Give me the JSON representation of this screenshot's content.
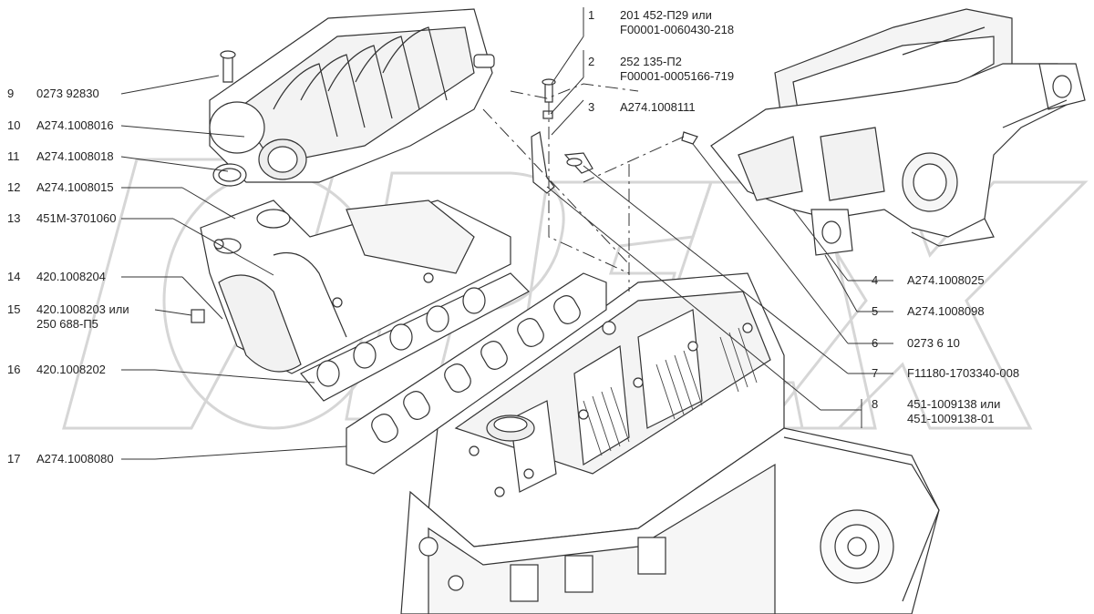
{
  "watermark": "",
  "logo_text": "ОРЕХ",
  "corner_mark": "",
  "callouts": [
    {
      "num": "1",
      "code": "201 452-П29 или",
      "code2": "F00001-0060430-218"
    },
    {
      "num": "2",
      "code": "252 135-П2",
      "code2": "F00001-0005166-719"
    },
    {
      "num": "3",
      "code": "A274.1008111"
    },
    {
      "num": "4",
      "code": "A274.1008025"
    },
    {
      "num": "5",
      "code": "A274.1008098"
    },
    {
      "num": "6",
      "code": "0273 6 10"
    },
    {
      "num": "7",
      "code": "F11180-1703340-008"
    },
    {
      "num": "8",
      "code": "451-1009138 или",
      "code2": "451-1009138-01"
    },
    {
      "num": "9",
      "code": "0273 92830"
    },
    {
      "num": "10",
      "code": "A274.1008016"
    },
    {
      "num": "11",
      "code": "A274.1008018"
    },
    {
      "num": "12",
      "code": "A274.1008015"
    },
    {
      "num": "13",
      "code": "451M-3701060"
    },
    {
      "num": "14",
      "code": "420.1008204"
    },
    {
      "num": "15",
      "code": "420.1008203 или",
      "code2": "250 688-П5"
    },
    {
      "num": "16",
      "code": "420.1008202"
    },
    {
      "num": "17",
      "code": "A274.1008080"
    }
  ]
}
